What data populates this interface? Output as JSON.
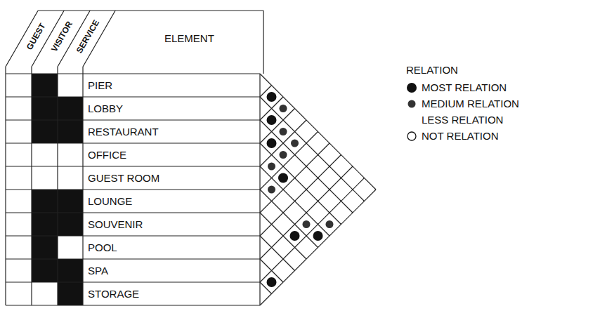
{
  "diagram": {
    "labels": [
      "GUEST",
      "VISITOR",
      "SERVICE",
      "ELEMENT",
      "PIER",
      "LOBBY",
      "RESTAURANT",
      "OFFICE",
      "GUEST ROOM",
      "LOUNGE",
      "SOUVENIR",
      "POOL",
      "SPA",
      "STORAGE",
      "RELATION"
    ],
    "legend": [
      {
        "text": "MOST RELATION"
      },
      {
        "text": "MEDIUM RELATION"
      },
      {
        "text": "LESS RELATION"
      },
      {
        "text": "NOT RELATION"
      }
    ]
  }
}
